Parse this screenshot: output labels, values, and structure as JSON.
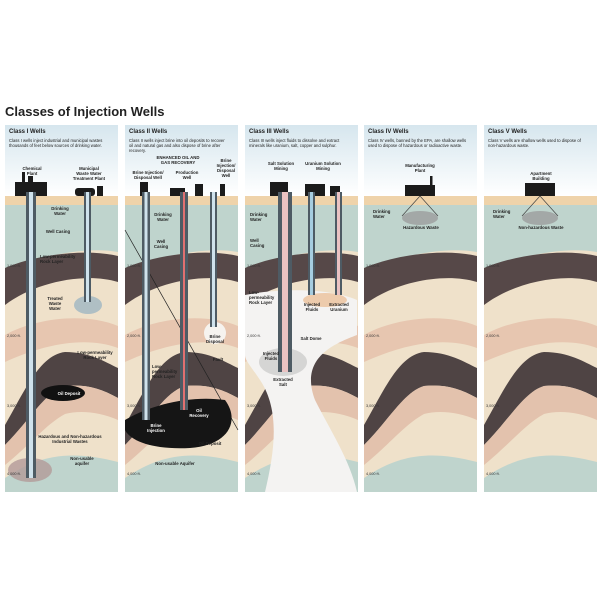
{
  "title": "Classes of Injection Wells",
  "depth_labels": [
    "1,000 ft.",
    "2,000 ft.",
    "3,000 ft.",
    "4,000 ft."
  ],
  "panels": [
    {
      "title": "Class I Wells",
      "desc": "Class I wells inject industrial and municipal wastes thousands of feet below sources of drinking water.",
      "labels": [
        "Chemical\nPlant",
        "Municipal\nWaste Water\nTreatment Plant",
        "Drinking\nWater",
        "Well Casing",
        "Low-permeability\nRock Layer",
        "Treated\nWaste\nWater",
        "Low-permeability\nRock Layer",
        "Oil Deposit",
        "Hazardous and Non-hazardous\nIndustrial Wastes",
        "Non-usable\naquifer"
      ]
    },
    {
      "title": "Class II Wells",
      "desc": "Class II wells inject brine into oil deposits to recover oil and natural gas and also dispose of brine after recovery.",
      "labels": [
        "ENHANCED OIL AND\nGAS RECOVERY",
        "Brine Injection/\nDisposal Well",
        "Production\nWell",
        "Brine\nInjection/\nDisposal\nWell",
        "Drinking\nWater",
        "Well\nCasing",
        "Brine\nDisposal",
        "Fault",
        "Low-\npermeability\nRock Layer",
        "Oil\nRecovery",
        "Brine\nInjection",
        "Oil Deposit",
        "Non-usable Aquifer"
      ]
    },
    {
      "title": "Class III Wells",
      "desc": "Class III wells inject fluids to dissolve and extract minerals like uranium, salt, copper and sulphur.",
      "labels": [
        "Salt Solution\nMining",
        "Uranium Solution\nMining",
        "Drinking\nWater",
        "Well\nCasing",
        "Low-\npermeability\nRock Layer",
        "Injected\nFluids",
        "Extracted\nUranium",
        "Salt Dome",
        "Injected\nFluids",
        "Extracted\nSalt"
      ]
    },
    {
      "title": "Class IV Wells",
      "desc": "Class IV wells, banned by the EPA, are shallow wells used to dispose of hazardous or radioactive waste.",
      "labels": [
        "Manufacturing\nPlant",
        "Drinking\nWater",
        "Hazardous Waste"
      ]
    },
    {
      "title": "Class V Wells",
      "desc": "Class V wells are shallow wells used to dispose of non-hazardous waste.",
      "labels": [
        "Apartment\nBuilding",
        "Drinking\nWater",
        "Non-hazardous Waste"
      ]
    }
  ]
}
